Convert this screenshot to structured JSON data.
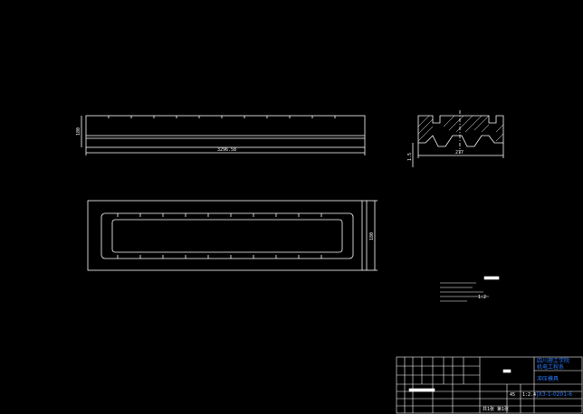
{
  "drawing": {
    "dimensions": {
      "top_length": "3296.58",
      "top_height": "180",
      "section_width": "277",
      "section_height": "1.5",
      "plan_height": "180"
    },
    "notes": {
      "note_ratio": "1:2"
    },
    "title_block": {
      "school_line1": "四川理工学院",
      "school_line2": "机电工程系",
      "drawing_title": "冲压模具",
      "scale": "1:2.4",
      "sheet": "共1张 第1张",
      "drawing_no": "JX3-1-0201-6",
      "material": "45"
    }
  },
  "colors": {
    "background": "#000000",
    "line": "#ffffff",
    "accent": "#2a7bff"
  }
}
